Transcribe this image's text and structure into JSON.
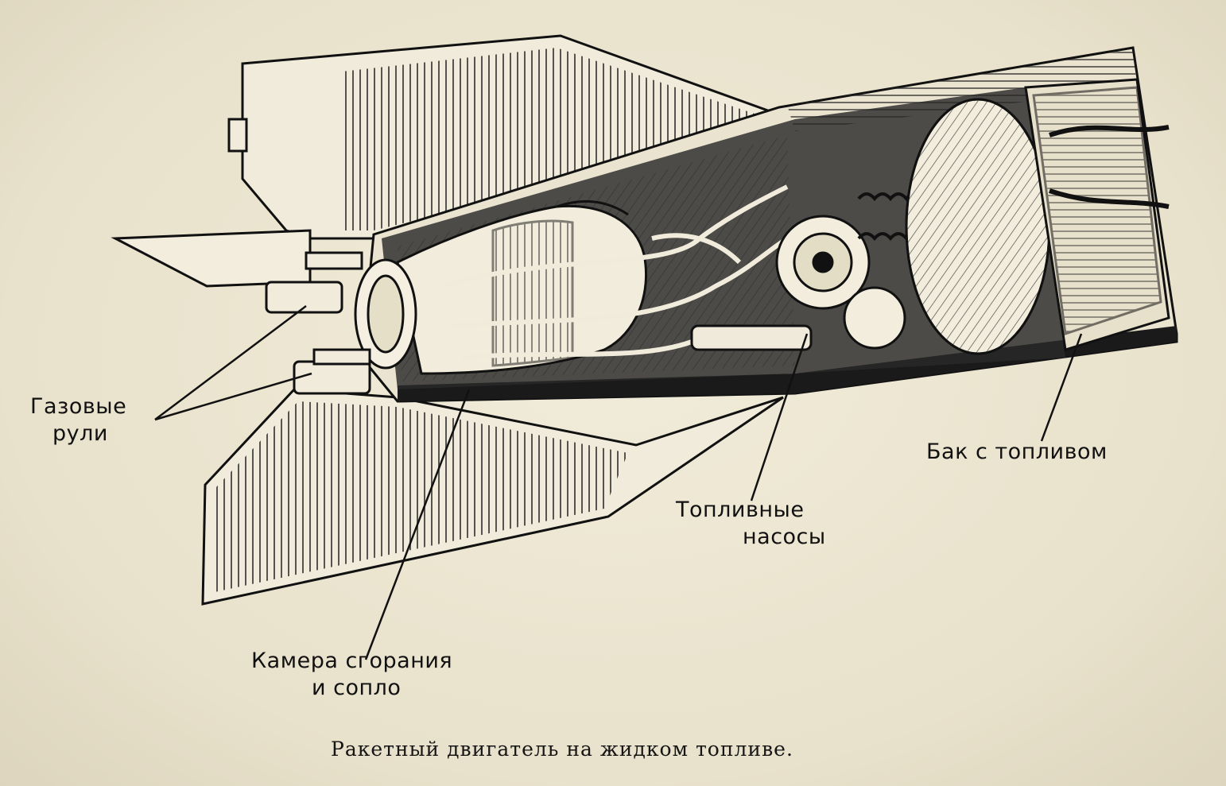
{
  "labels": {
    "gas_rudders_line1": "Газовые",
    "gas_rudders_line2": "рули",
    "fuel_tank": "Бак с топливом",
    "fuel_pumps_line1": "Топливные",
    "fuel_pumps_line2": "насосы",
    "combustion_line1": "Камера сгорания",
    "combustion_line2": "и сопло"
  },
  "caption": "Ракетный двигатель на жидком топливе.",
  "colors": {
    "paper": "#ece6d2",
    "ink": "#111111"
  }
}
